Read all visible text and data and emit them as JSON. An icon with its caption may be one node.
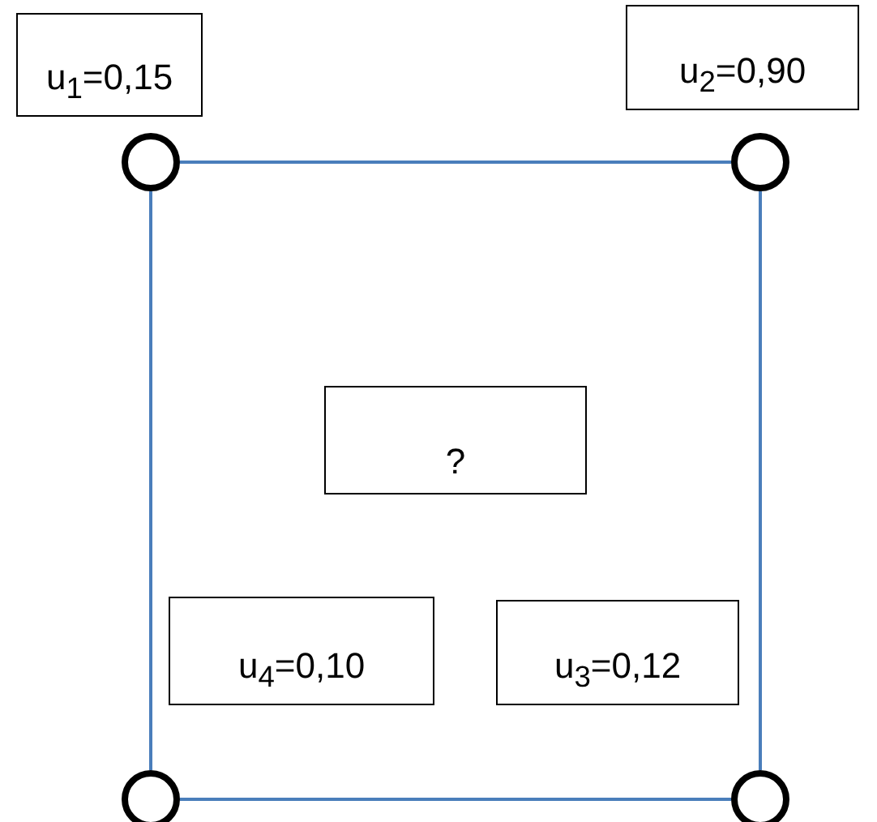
{
  "diagram": {
    "nodes": [
      {
        "text": [
          "u$_{1}$=0,15"
        ]
      },
      {
        "text": [
          "u$_{2}$=0,90"
        ]
      },
      {
        "text": [],
        "shape": "circle"
      },
      {
        "text": [],
        "shape": "circle"
      },
      {
        "text": [
          "?"
        ]
      },
      {
        "text": [
          "u$_{4}$=0,10"
        ]
      },
      {
        "text": [
          "u$_{3}$=0,12"
        ]
      },
      {
        "text": [],
        "shape": "circle"
      },
      {
        "text": [],
        "shape": "circle"
      }
    ],
    "edges": [
      {
        "from": 2,
        "to": 3,
        "arrow": "none"
      },
      {
        "from": 3,
        "to": 8,
        "arrow": "none"
      },
      {
        "from": 8,
        "to": 7,
        "arrow": "none"
      },
      {
        "from": 7,
        "to": 2,
        "arrow": "none"
      }
    ]
  }
}
